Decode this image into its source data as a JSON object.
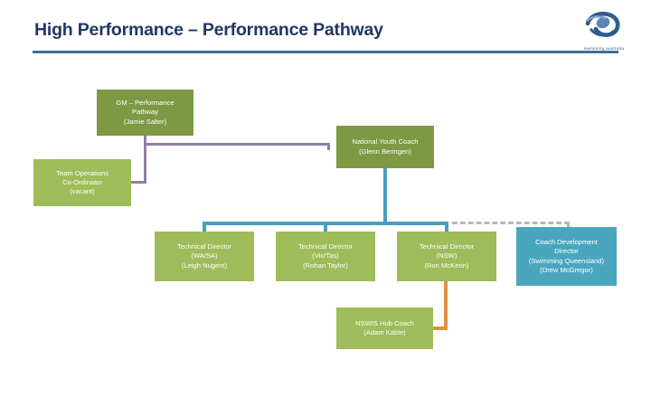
{
  "slide": {
    "title": "High Performance – Performance Pathway",
    "rule_color": "#3f6d96",
    "title_color": "#1f3864",
    "background": "#ffffff"
  },
  "logo": {
    "name": "swimming-australia-logo",
    "wordmark": "swimming australia",
    "color": "#2f5c8a"
  },
  "org_chart": {
    "type": "org-chart",
    "box_colors": {
      "olive": "#7d9943",
      "lime": "#9ebc5a",
      "teal": "#4aa6bf"
    },
    "connector_colors": {
      "mauve": "#8f7fa6",
      "blue": "#4a9cc0",
      "orange": "#e0913f",
      "gray_dashed": "#b7b7b7"
    },
    "nodes": [
      {
        "id": "gm",
        "title": "GM – Performance Pathway",
        "line1": "GM – Performance",
        "line2": "Pathway",
        "person": "(Jamie Salter)",
        "color": "olive"
      },
      {
        "id": "national-youth-coach",
        "line1": "National Youth Coach",
        "person": "(Glenn Beringen)",
        "color": "olive"
      },
      {
        "id": "team-operations",
        "line1": "Team Operations",
        "line2": "Co-Ordinator",
        "person": "(vacant)",
        "color": "lime"
      },
      {
        "id": "td-wa-sa",
        "line1": "Technical Director",
        "line2": "(WA/SA)",
        "person": "(Leigh Nugent)",
        "color": "lime"
      },
      {
        "id": "td-vic-tas",
        "line1": "Technical Director",
        "line2": "(Vic/Tas)",
        "person": "(Rohan Taylor)",
        "color": "lime"
      },
      {
        "id": "td-nsw",
        "line1": "Technical Director",
        "line2": "(NSW)",
        "person": "(Ron McKeon)",
        "color": "lime"
      },
      {
        "id": "coach-development-director",
        "line1": "Coach Development",
        "line2": "Director",
        "line3": "(Swimming Queensland)",
        "person": "(Drew McGregor)",
        "color": "teal"
      },
      {
        "id": "nswis-hub-coach",
        "line1": "NSWIS Hub Coach",
        "person": "(Adam Kable)",
        "color": "lime"
      }
    ],
    "edges": [
      {
        "from": "gm",
        "to": "team-operations",
        "style": "solid",
        "color": "mauve"
      },
      {
        "from": "gm",
        "to": "national-youth-coach",
        "style": "solid",
        "color": "mauve"
      },
      {
        "from": "national-youth-coach",
        "to": "td-wa-sa",
        "style": "solid",
        "color": "blue"
      },
      {
        "from": "national-youth-coach",
        "to": "td-vic-tas",
        "style": "solid",
        "color": "blue"
      },
      {
        "from": "national-youth-coach",
        "to": "td-nsw",
        "style": "solid",
        "color": "blue"
      },
      {
        "from": "national-youth-coach",
        "to": "coach-development-director",
        "style": "dashed",
        "color": "gray_dashed"
      },
      {
        "from": "td-nsw",
        "to": "nswis-hub-coach",
        "style": "solid",
        "color": "orange"
      }
    ]
  }
}
